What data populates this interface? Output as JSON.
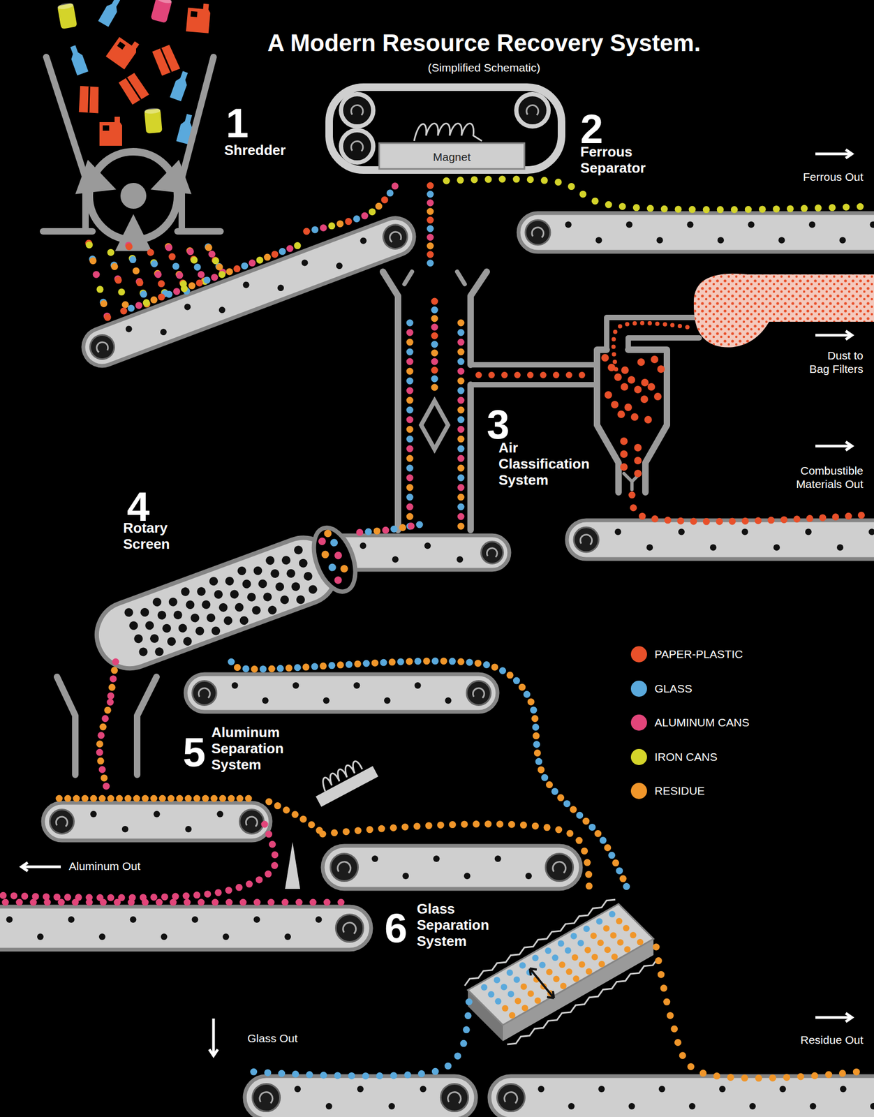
{
  "diagram": {
    "title": "A Modern Resource Recovery System.",
    "nodes": [
      {
        "text": [
          "1",
          "Shredder"
        ]
      },
      {
        "text": [
          "2",
          "Ferrous Separator"
        ]
      },
      {
        "text": [
          "3",
          "Air Classification System"
        ]
      },
      {
        "text": [
          "4",
          "Rotary Screen"
        ]
      },
      {
        "text": [
          "5",
          "Aluminum Separation System"
        ]
      },
      {
        "text": [
          "6",
          "Glass Separation System"
        ]
      }
    ],
    "edges": [
      {
        "from": 0,
        "to": 1,
        "arrow": "none"
      },
      {
        "from": 1,
        "to": 2,
        "arrow": "none"
      },
      {
        "from": 2,
        "to": 3,
        "arrow": "none"
      },
      {
        "from": 3,
        "to": 4,
        "arrow": "none"
      },
      {
        "from": 3,
        "to": 5,
        "arrow": "none"
      },
      {
        "from": 4,
        "to": 5,
        "arrow": "none"
      }
    ],
    "labels": [
      "(Simplified Schematic)",
      "Magnet",
      "Ferrous Out",
      "Dust to Bag Filters",
      "Combustible Materials Out",
      "Aluminum Out",
      "Glass Out",
      "Residue Out"
    ],
    "legend": [
      {
        "text": "PAPER-PLASTIC",
        "color": "#e8502a"
      },
      {
        "text": "GLASS",
        "color": "#5aa9dc"
      },
      {
        "text": "ALUMINUM CANS",
        "color": "#e2457a"
      },
      {
        "text": "IRON CANS",
        "color": "#d4d42a"
      },
      {
        "text": "RESIDUE",
        "color": "#f0962a"
      }
    ]
  }
}
